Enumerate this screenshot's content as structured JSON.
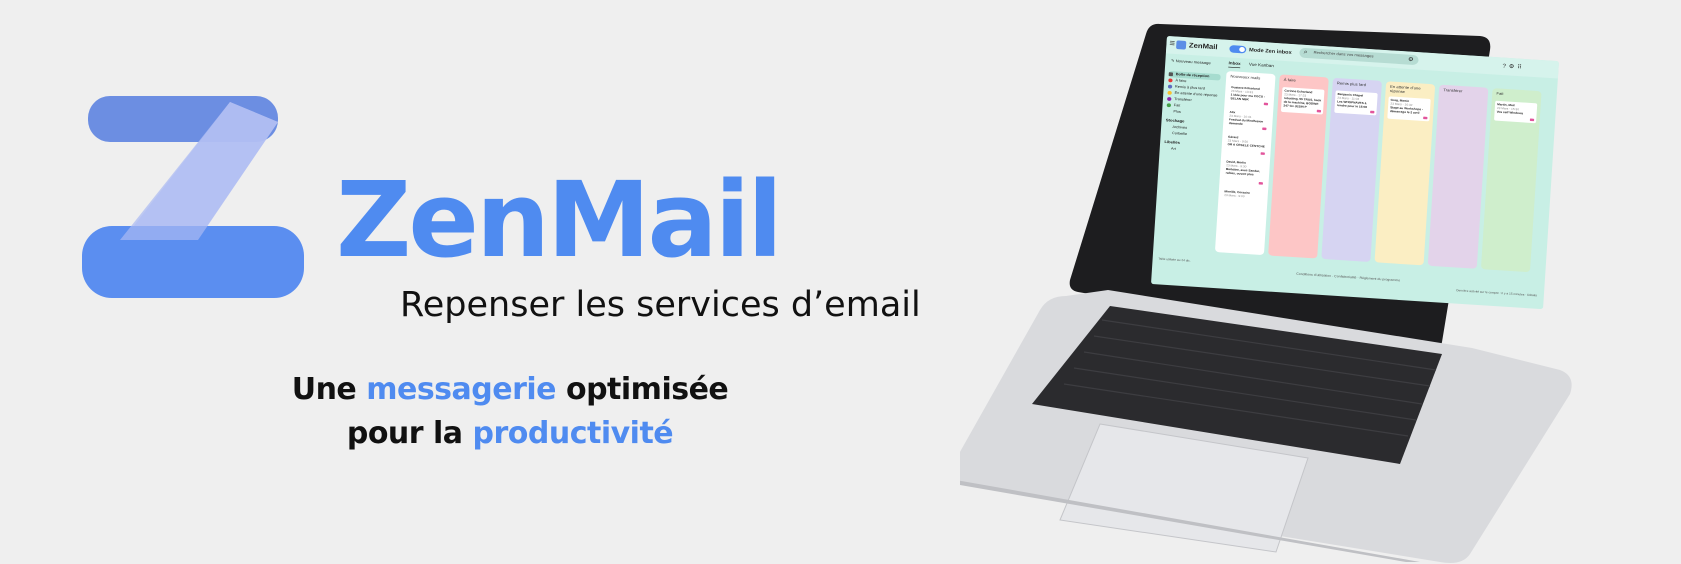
{
  "brand": {
    "name": "ZenMail",
    "tagline": "Repenser les services d’email",
    "subtitle_parts": [
      "Une ",
      "messagerie",
      " optimisée",
      "pour la ",
      "productivité"
    ]
  },
  "colors": {
    "background": "#efefef",
    "accent": "#4f8bf0",
    "accent_light": "#c6ccf4",
    "accent_mid": "#6f8de0",
    "text": "#111111",
    "app_background": "#c8efe5"
  },
  "app": {
    "name": "ZenMail",
    "zen_toggle_label": "Mode Zen inbox",
    "search_placeholder": "Rechercher dans vos messages",
    "compose_label": "Nouveau message",
    "tabs": [
      "Inbox",
      "Vue Kanban"
    ],
    "sidebar": [
      {
        "label": "Boîte de réception",
        "color": "",
        "active": true
      },
      {
        "label": "À faire",
        "color": "#e53935"
      },
      {
        "label": "Remis à plus tard",
        "color": "#5c6bc0"
      },
      {
        "label": "En attente d'une réponse",
        "color": "#fbc02d"
      },
      {
        "label": "Transférer",
        "color": "#8e24aa"
      },
      {
        "label": "Fait",
        "color": "#43a047"
      },
      {
        "label": "Plus",
        "color": ""
      }
    ],
    "sidebar_groups": [
      {
        "title": "Stockage",
        "items": [
          "Archives",
          "Corbeille"
        ]
      },
      {
        "title": "Libellés",
        "items": [
          "Art"
        ]
      }
    ],
    "columns": [
      {
        "title": "Nouveaux mails",
        "color": "#ffffff",
        "cards": [
          {
            "from": "Gustave Echarland",
            "date": "23 Mars - 13:33",
            "subject": "1 idée pour ma CGCU - SELAN NBK"
          },
          {
            "from": "Alix",
            "date": "23 Mars - 10:41",
            "subject": "Festival du Mindfusion demande"
          },
          {
            "from": "Gérard",
            "date": "23 Mars - 9:50",
            "subject": "OR A CRSELE CENTCHE"
          },
          {
            "from": "David, Merlin",
            "date": "23 Mars - 9:30",
            "subject": "Barbâtre, avec Sandar, rabies, ouvert plus"
          },
          {
            "from": "Mireille, Corsaire",
            "date": "23 Mars - 9:00",
            "subject": ""
          }
        ]
      },
      {
        "title": "À faire",
        "color": "#fdc6c6",
        "cards": [
          {
            "from": "Corinne Echarland",
            "date": "23 Mars - 17:53",
            "subject": "rebutting, 55 TRUS, back de la machine, BODINE 247 Gv JESIN P"
          }
        ]
      },
      {
        "title": "Remis plus tard",
        "color": "#d6d4f2",
        "cards": [
          {
            "from": "Benjamin Chapel",
            "date": "23 Mars - 11:04",
            "subject": "Les WHOPNAVES à rendre pour le 15:08"
          }
        ]
      },
      {
        "title": "En attente d’une réponse",
        "color": "#fbeec3",
        "cards": [
          {
            "from": "Greg, Martin",
            "date": "23 Mars - 16:32",
            "subject": "Stage au Workshops - démarrage le 2 avril"
          }
        ]
      },
      {
        "title": "Transférer",
        "color": "#e3d3ea",
        "cards": []
      },
      {
        "title": "Fait",
        "color": "#cfeecc",
        "cards": [
          {
            "from": "Martin, Mail",
            "date": "23 Mars - 15:30",
            "subject": "Vos self Windows"
          }
        ]
      }
    ],
    "footer_left": "Taille utilisée au 24 dic.",
    "footer_center": "Conditions d’utilisation · Confidentialité · Règlement du programme",
    "footer_right": "Dernière activité sur le compte : Il y a 15 minutes · Détails"
  }
}
